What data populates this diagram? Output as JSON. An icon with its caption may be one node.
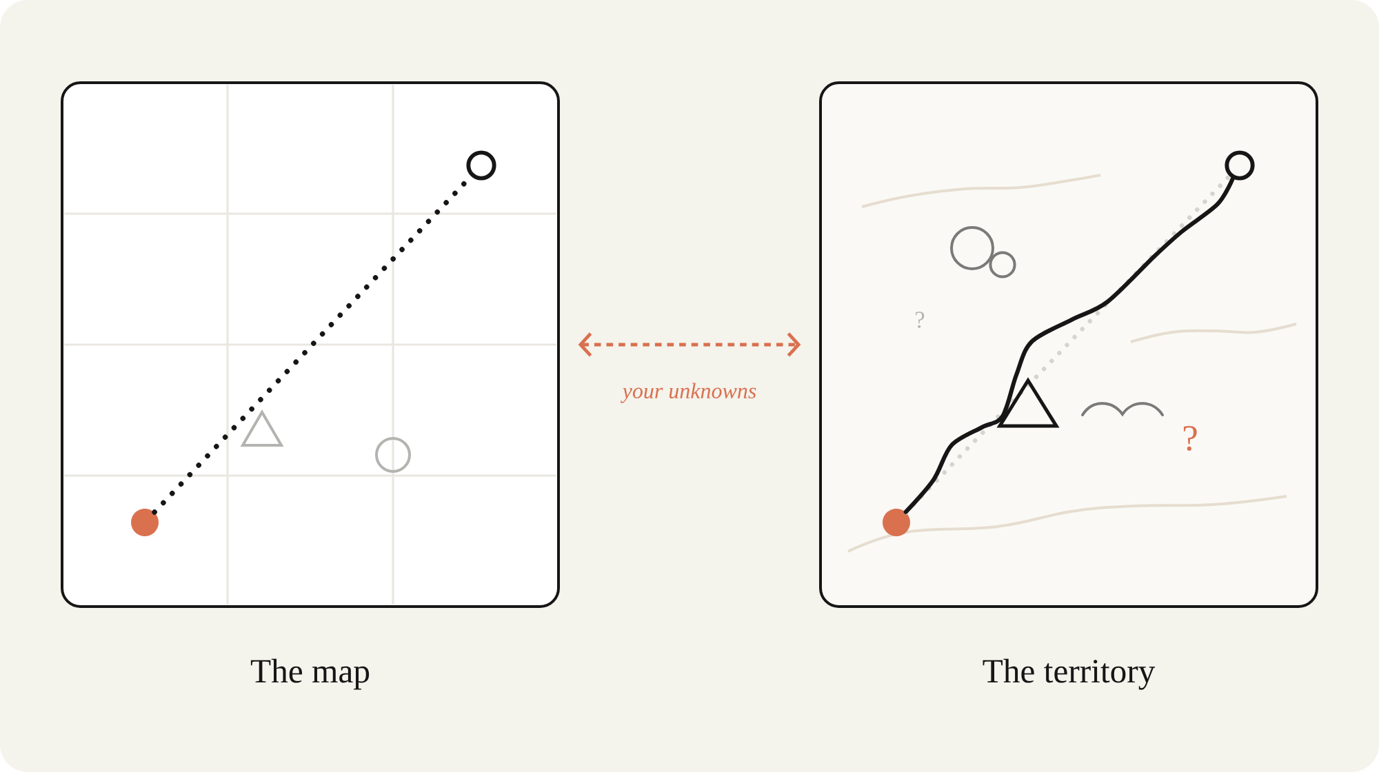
{
  "diagram": {
    "nodes": [
      {
        "text": [
          "The map"
        ]
      },
      {
        "text": [
          "The territory"
        ]
      },
      {
        "text": [],
        "shape": "circle",
        "in": 0
      },
      {
        "text": [],
        "shape": "circle",
        "in": 0
      },
      {
        "text": [],
        "shape": "circle",
        "in": 1
      },
      {
        "text": [],
        "shape": "circle",
        "in": 1
      }
    ],
    "edges": [
      {
        "from": 0,
        "to": 1,
        "arrow": "both",
        "label": "your unknowns",
        "style": "dashed",
        "color": "#d9704f"
      },
      {
        "from": 2,
        "to": 3,
        "arrow": "none",
        "style": "dashed"
      },
      {
        "from": 4,
        "to": 5,
        "arrow": "none",
        "style": "dashed",
        "color": "#d6d4cf"
      },
      {
        "from": 4,
        "to": 5,
        "arrow": "none"
      }
    ],
    "labels": [
      "?",
      "?"
    ]
  }
}
